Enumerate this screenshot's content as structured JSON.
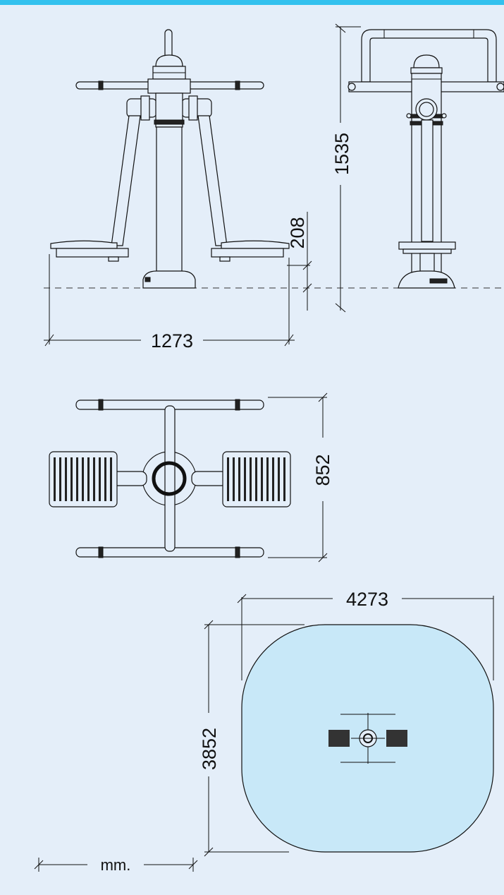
{
  "drawing": {
    "accent_color": "#33c1ee",
    "background_color": "#e4eef9",
    "safety_zone_color": "#c8e8f8",
    "dimensions": {
      "front_width": "1273",
      "side_height": "1535",
      "step_height": "208",
      "plan_depth": "852",
      "zone_width": "4273",
      "zone_depth": "3852"
    },
    "unit_label": "mm."
  }
}
